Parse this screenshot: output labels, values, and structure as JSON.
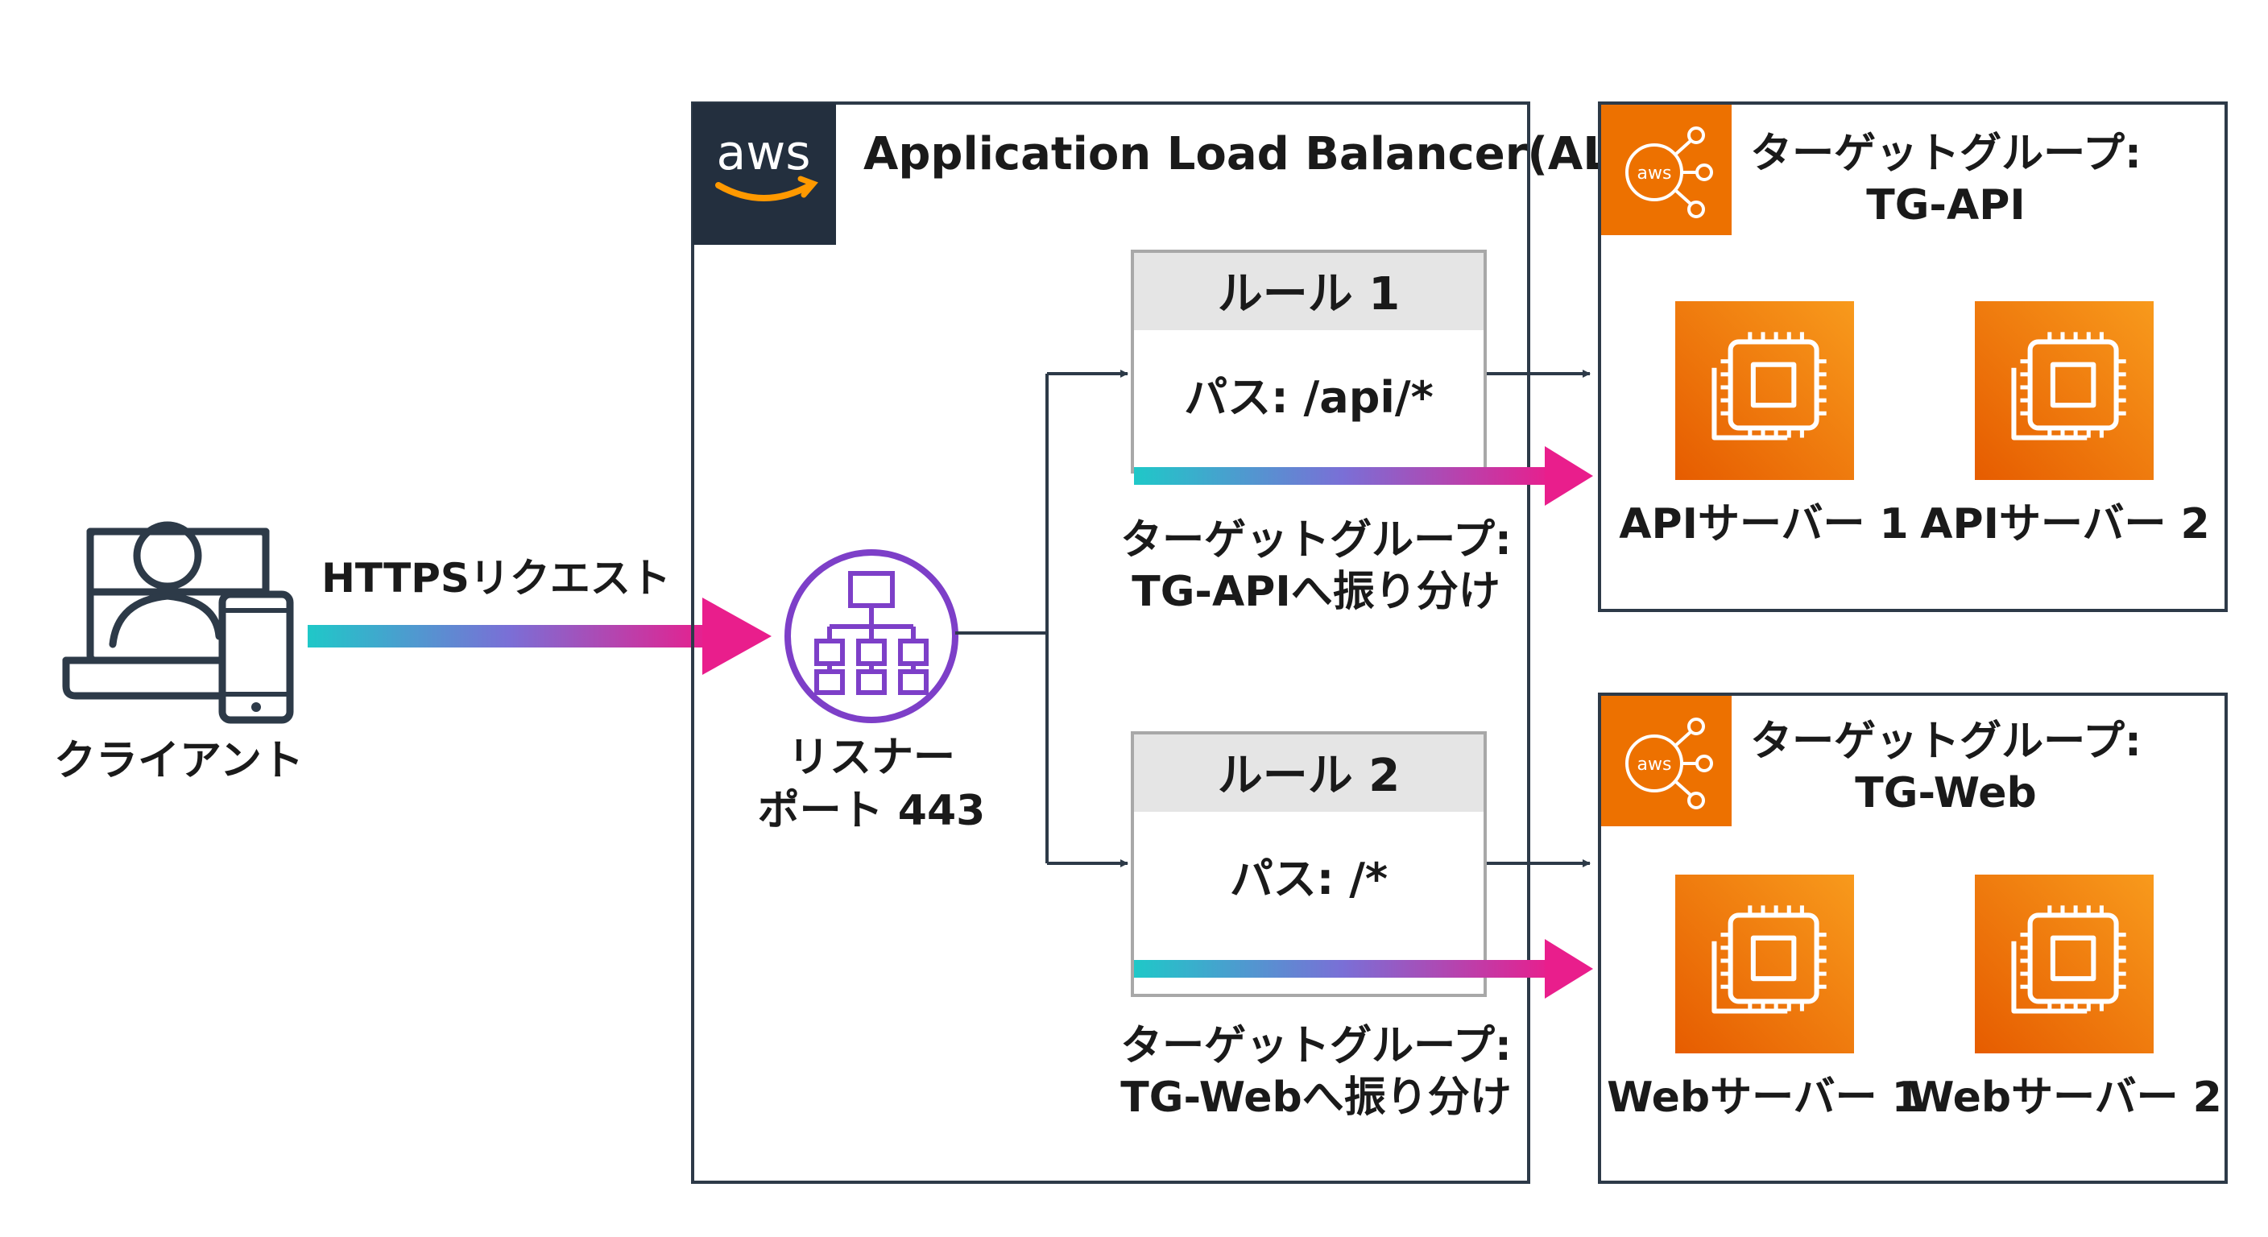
{
  "client": {
    "label": "クライアント"
  },
  "request": {
    "label": "HTTPSリクエスト"
  },
  "alb": {
    "logo": "aws",
    "title": "Application Load Balancer(ALB)"
  },
  "listener": {
    "line1": "リスナー",
    "line2": "ポート 443"
  },
  "rules": [
    {
      "header": "ルール 1",
      "path": "パス: /api/*",
      "forward_line1": "ターゲットグループ:",
      "forward_line2": "TG-APIへ振り分け"
    },
    {
      "header": "ルール 2",
      "path": "パス: /*",
      "forward_line1": "ターゲットグループ:",
      "forward_line2": "TG-Webへ振り分け"
    }
  ],
  "target_groups": [
    {
      "title_line1": "ターゲットグループ:",
      "title_line2": "TG-API",
      "servers": [
        "APIサーバー 1",
        "APIサーバー 2"
      ]
    },
    {
      "title_line1": "ターゲットグループ:",
      "title_line2": "TG-Web",
      "servers": [
        "Webサーバー 1",
        "Webサーバー 2"
      ]
    }
  ],
  "colors": {
    "aws_dark": "#232F3E",
    "aws_orange": "#ED7100",
    "listener_purple": "#8C4FFF",
    "gradient_start": "#1FC8C8",
    "gradient_end": "#E91E8C",
    "rule_header_bg": "#E5E5E5"
  }
}
